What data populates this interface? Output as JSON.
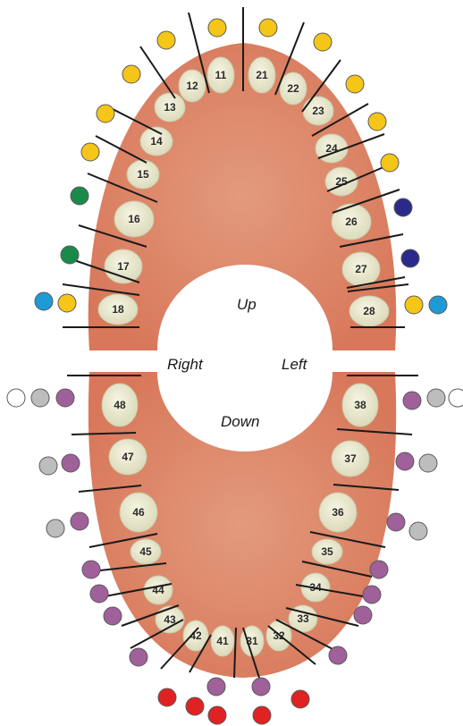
{
  "labels": {
    "up": "Up",
    "down": "Down",
    "right": "Right",
    "left": "Left"
  },
  "colors": {
    "yellow": "#f5c518",
    "green": "#1a8a4a",
    "navy": "#2b2a8a",
    "blue": "#1e9ad6",
    "purple": "#a0609a",
    "gray": "#bdbdbd",
    "red": "#e02222",
    "empty": "#ffffff"
  },
  "teeth": {
    "upper_right": [
      {
        "num": "11",
        "markers": [
          "yellow"
        ]
      },
      {
        "num": "12",
        "markers": [
          "yellow"
        ]
      },
      {
        "num": "13",
        "markers": [
          "yellow"
        ]
      },
      {
        "num": "14",
        "markers": [
          "yellow"
        ]
      },
      {
        "num": "15",
        "markers": [
          "yellow"
        ]
      },
      {
        "num": "16",
        "markers": [
          "green"
        ]
      },
      {
        "num": "17",
        "markers": [
          "green"
        ]
      },
      {
        "num": "18",
        "markers": [
          "blue",
          "yellow"
        ]
      }
    ],
    "upper_left": [
      {
        "num": "21",
        "markers": [
          "yellow"
        ]
      },
      {
        "num": "22",
        "markers": [
          "yellow"
        ]
      },
      {
        "num": "23",
        "markers": [
          "yellow"
        ]
      },
      {
        "num": "24",
        "markers": [
          "yellow"
        ]
      },
      {
        "num": "25",
        "markers": [
          "yellow"
        ]
      },
      {
        "num": "26",
        "markers": [
          "navy"
        ]
      },
      {
        "num": "27",
        "markers": [
          "navy"
        ]
      },
      {
        "num": "28",
        "markers": [
          "yellow",
          "blue"
        ]
      }
    ],
    "lower_left": [
      {
        "num": "38",
        "markers": [
          "purple",
          "gray",
          "empty"
        ]
      },
      {
        "num": "37",
        "markers": [
          "purple",
          "gray"
        ]
      },
      {
        "num": "36",
        "markers": [
          "purple",
          "gray"
        ]
      },
      {
        "num": "35",
        "markers": [
          "purple"
        ]
      },
      {
        "num": "34",
        "markers": [
          "purple"
        ]
      },
      {
        "num": "33",
        "markers": [
          "purple"
        ]
      },
      {
        "num": "32",
        "markers": [
          "purple",
          "red"
        ]
      },
      {
        "num": "31",
        "markers": [
          "purple",
          "red"
        ]
      }
    ],
    "lower_right": [
      {
        "num": "48",
        "markers": [
          "empty",
          "gray",
          "purple"
        ]
      },
      {
        "num": "47",
        "markers": [
          "gray",
          "purple"
        ]
      },
      {
        "num": "46",
        "markers": [
          "gray",
          "purple"
        ]
      },
      {
        "num": "45",
        "markers": [
          "purple"
        ]
      },
      {
        "num": "44",
        "markers": [
          "purple"
        ]
      },
      {
        "num": "43",
        "markers": [
          "purple"
        ]
      },
      {
        "num": "42",
        "markers": [
          "purple",
          "red"
        ]
      },
      {
        "num": "41",
        "markers": [
          "purple",
          "red"
        ]
      }
    ]
  }
}
